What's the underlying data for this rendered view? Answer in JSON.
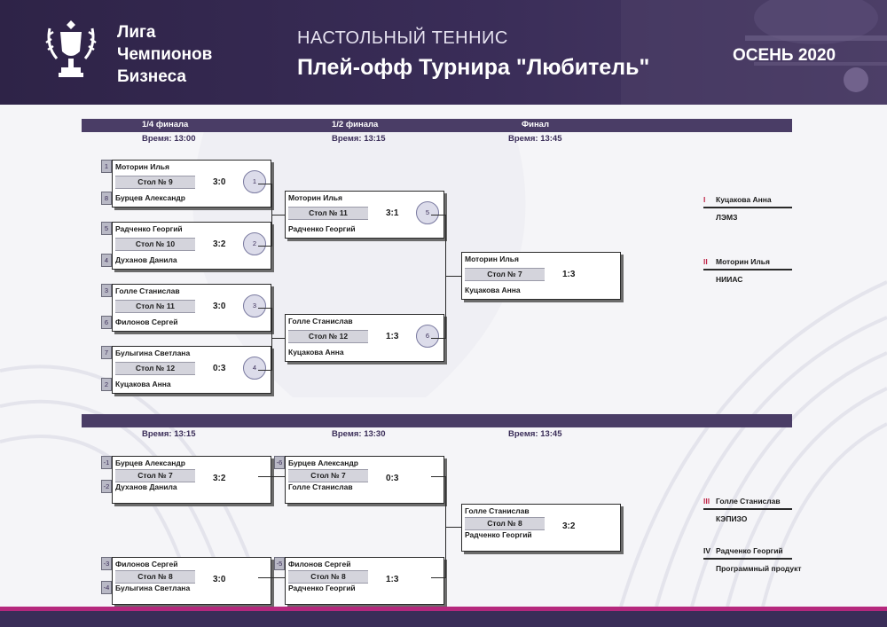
{
  "header": {
    "brand": [
      "Лига",
      "Чемпионов",
      "Бизнеса"
    ],
    "sport": "НАСТОЛЬНЫЙ ТЕННИС",
    "title": "Плей-офф Турнира \"Любитель\"",
    "season": "ОСЕНЬ 2020"
  },
  "main_bracket": {
    "rounds": [
      "1/4 финала",
      "1/2 финала",
      "Финал"
    ],
    "times": [
      "Время: 13:00",
      "Время: 13:15",
      "Время: 13:45"
    ],
    "matches": [
      {
        "id": "m1",
        "seed1": "1",
        "seed2": "8",
        "player1": "Моторин Илья",
        "player2": "Бурцев Александр",
        "table": "Стол № 9",
        "score": "3:0",
        "num": "1"
      },
      {
        "id": "m2",
        "seed1": "5",
        "seed2": "4",
        "player1": "Радченко Георгий",
        "player2": "Духанов Данила",
        "table": "Стол № 10",
        "score": "3:2",
        "num": "2"
      },
      {
        "id": "m3",
        "seed1": "3",
        "seed2": "6",
        "player1": "Голле Станислав",
        "player2": "Филонов Сергей",
        "table": "Стол № 11",
        "score": "3:0",
        "num": "3"
      },
      {
        "id": "m4",
        "seed1": "7",
        "seed2": "2",
        "player1": "Булыгина Светлана",
        "player2": "Куцакова Анна",
        "table": "Стол № 12",
        "score": "0:3",
        "num": "4"
      },
      {
        "id": "m5",
        "player1": "Моторин Илья",
        "player2": "Радченко Георгий",
        "table": "Стол № 11",
        "score": "3:1",
        "num": "5"
      },
      {
        "id": "m6",
        "player1": "Голле Станислав",
        "player2": "Куцакова Анна",
        "table": "Стол № 12",
        "score": "1:3",
        "num": "6"
      },
      {
        "id": "m7",
        "player1": "Моторин Илья",
        "player2": "Куцакова Анна",
        "table": "Стол № 7",
        "score": "1:3"
      }
    ]
  },
  "consolation_bracket": {
    "times": [
      "Время: 13:15",
      "Время: 13:30",
      "Время: 13:45"
    ],
    "matches": [
      {
        "id": "c1",
        "seed1": "-1",
        "seed2": "-2",
        "player1": "Бурцев Александр",
        "player2": "Духанов Данила",
        "table": "Стол № 7",
        "score": "3:2"
      },
      {
        "id": "c2",
        "seed1": "-3",
        "seed2": "-4",
        "player1": "Филонов Сергей",
        "player2": "Булыгина Светлана",
        "table": "Стол № 8",
        "score": "3:0"
      },
      {
        "id": "c3",
        "seed1": "-6",
        "player1": "Бурцев Александр",
        "player2": "Голле Станислав",
        "table": "Стол № 7",
        "score": "0:3"
      },
      {
        "id": "c4",
        "seed1": "-5",
        "player1": "Филонов Сергей",
        "player2": "Радченко Георгий",
        "table": "Стол № 8",
        "score": "1:3"
      },
      {
        "id": "c5",
        "player1": "Голле Станислав",
        "player2": "Радченко Георгий",
        "table": "Стол № 8",
        "score": "3:2"
      }
    ]
  },
  "results": [
    {
      "rank": "I",
      "name": "Куцакова Анна",
      "org": "ЛЭМЗ"
    },
    {
      "rank": "II",
      "name": "Моторин Илья",
      "org": "НИИАС"
    },
    {
      "rank": "III",
      "name": "Голле Станислав",
      "org": "КЭПИЗО"
    },
    {
      "rank": "IV",
      "name": "Радченко Георгий",
      "org": "Программный продукт"
    }
  ],
  "colors": {
    "header_bg": "#3a2d58",
    "accent": "#b5287d",
    "rank_red": "#c0284a"
  }
}
